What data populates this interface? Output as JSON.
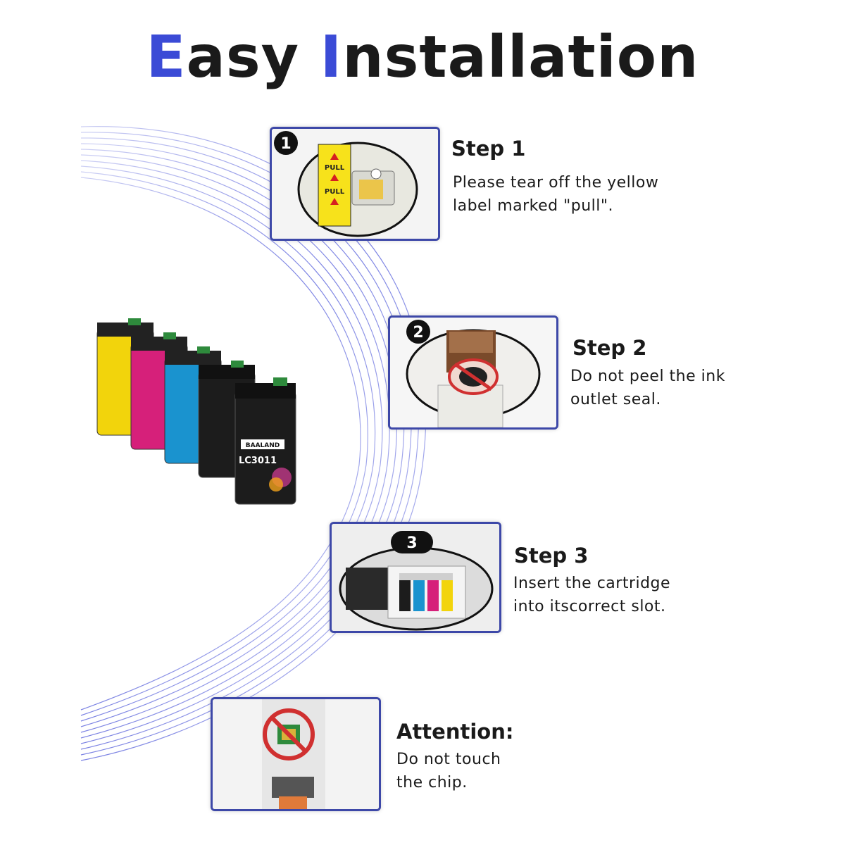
{
  "title": {
    "accent_first": "E",
    "part1": "asy ",
    "accent_second": "I",
    "part2": "nstallation"
  },
  "colors": {
    "accent": "#3b4bd6",
    "frame": "#3d48a8",
    "arc": "#7d85e8",
    "label_yellow": "#f7e21b"
  },
  "steps": [
    {
      "badge": "1",
      "title": "Step 1",
      "desc": "Please tear off the  yellow\nlabel marked \"pull\".",
      "label_text": "PULL",
      "icon": "pull-label-icon"
    },
    {
      "badge": "2",
      "title": "Step 2",
      "desc": "Do not peel the ink\noutlet seal.",
      "icon": "no-peel-icon"
    },
    {
      "badge": "3",
      "title": "Step 3",
      "desc": "Insert the cartridge\ninto itscorrect slot.",
      "icon": "insert-cartridge-icon"
    },
    {
      "badge": "",
      "title": "Attention:",
      "desc": "Do not touch\nthe chip.",
      "icon": "no-touch-chip-icon"
    }
  ],
  "cartridges": {
    "brand": "BAALAND",
    "model": "LC3011",
    "colors": [
      "#f2d40c",
      "#d6207a",
      "#1a93cf",
      "#1c1c1c",
      "#1c1c1c"
    ]
  }
}
